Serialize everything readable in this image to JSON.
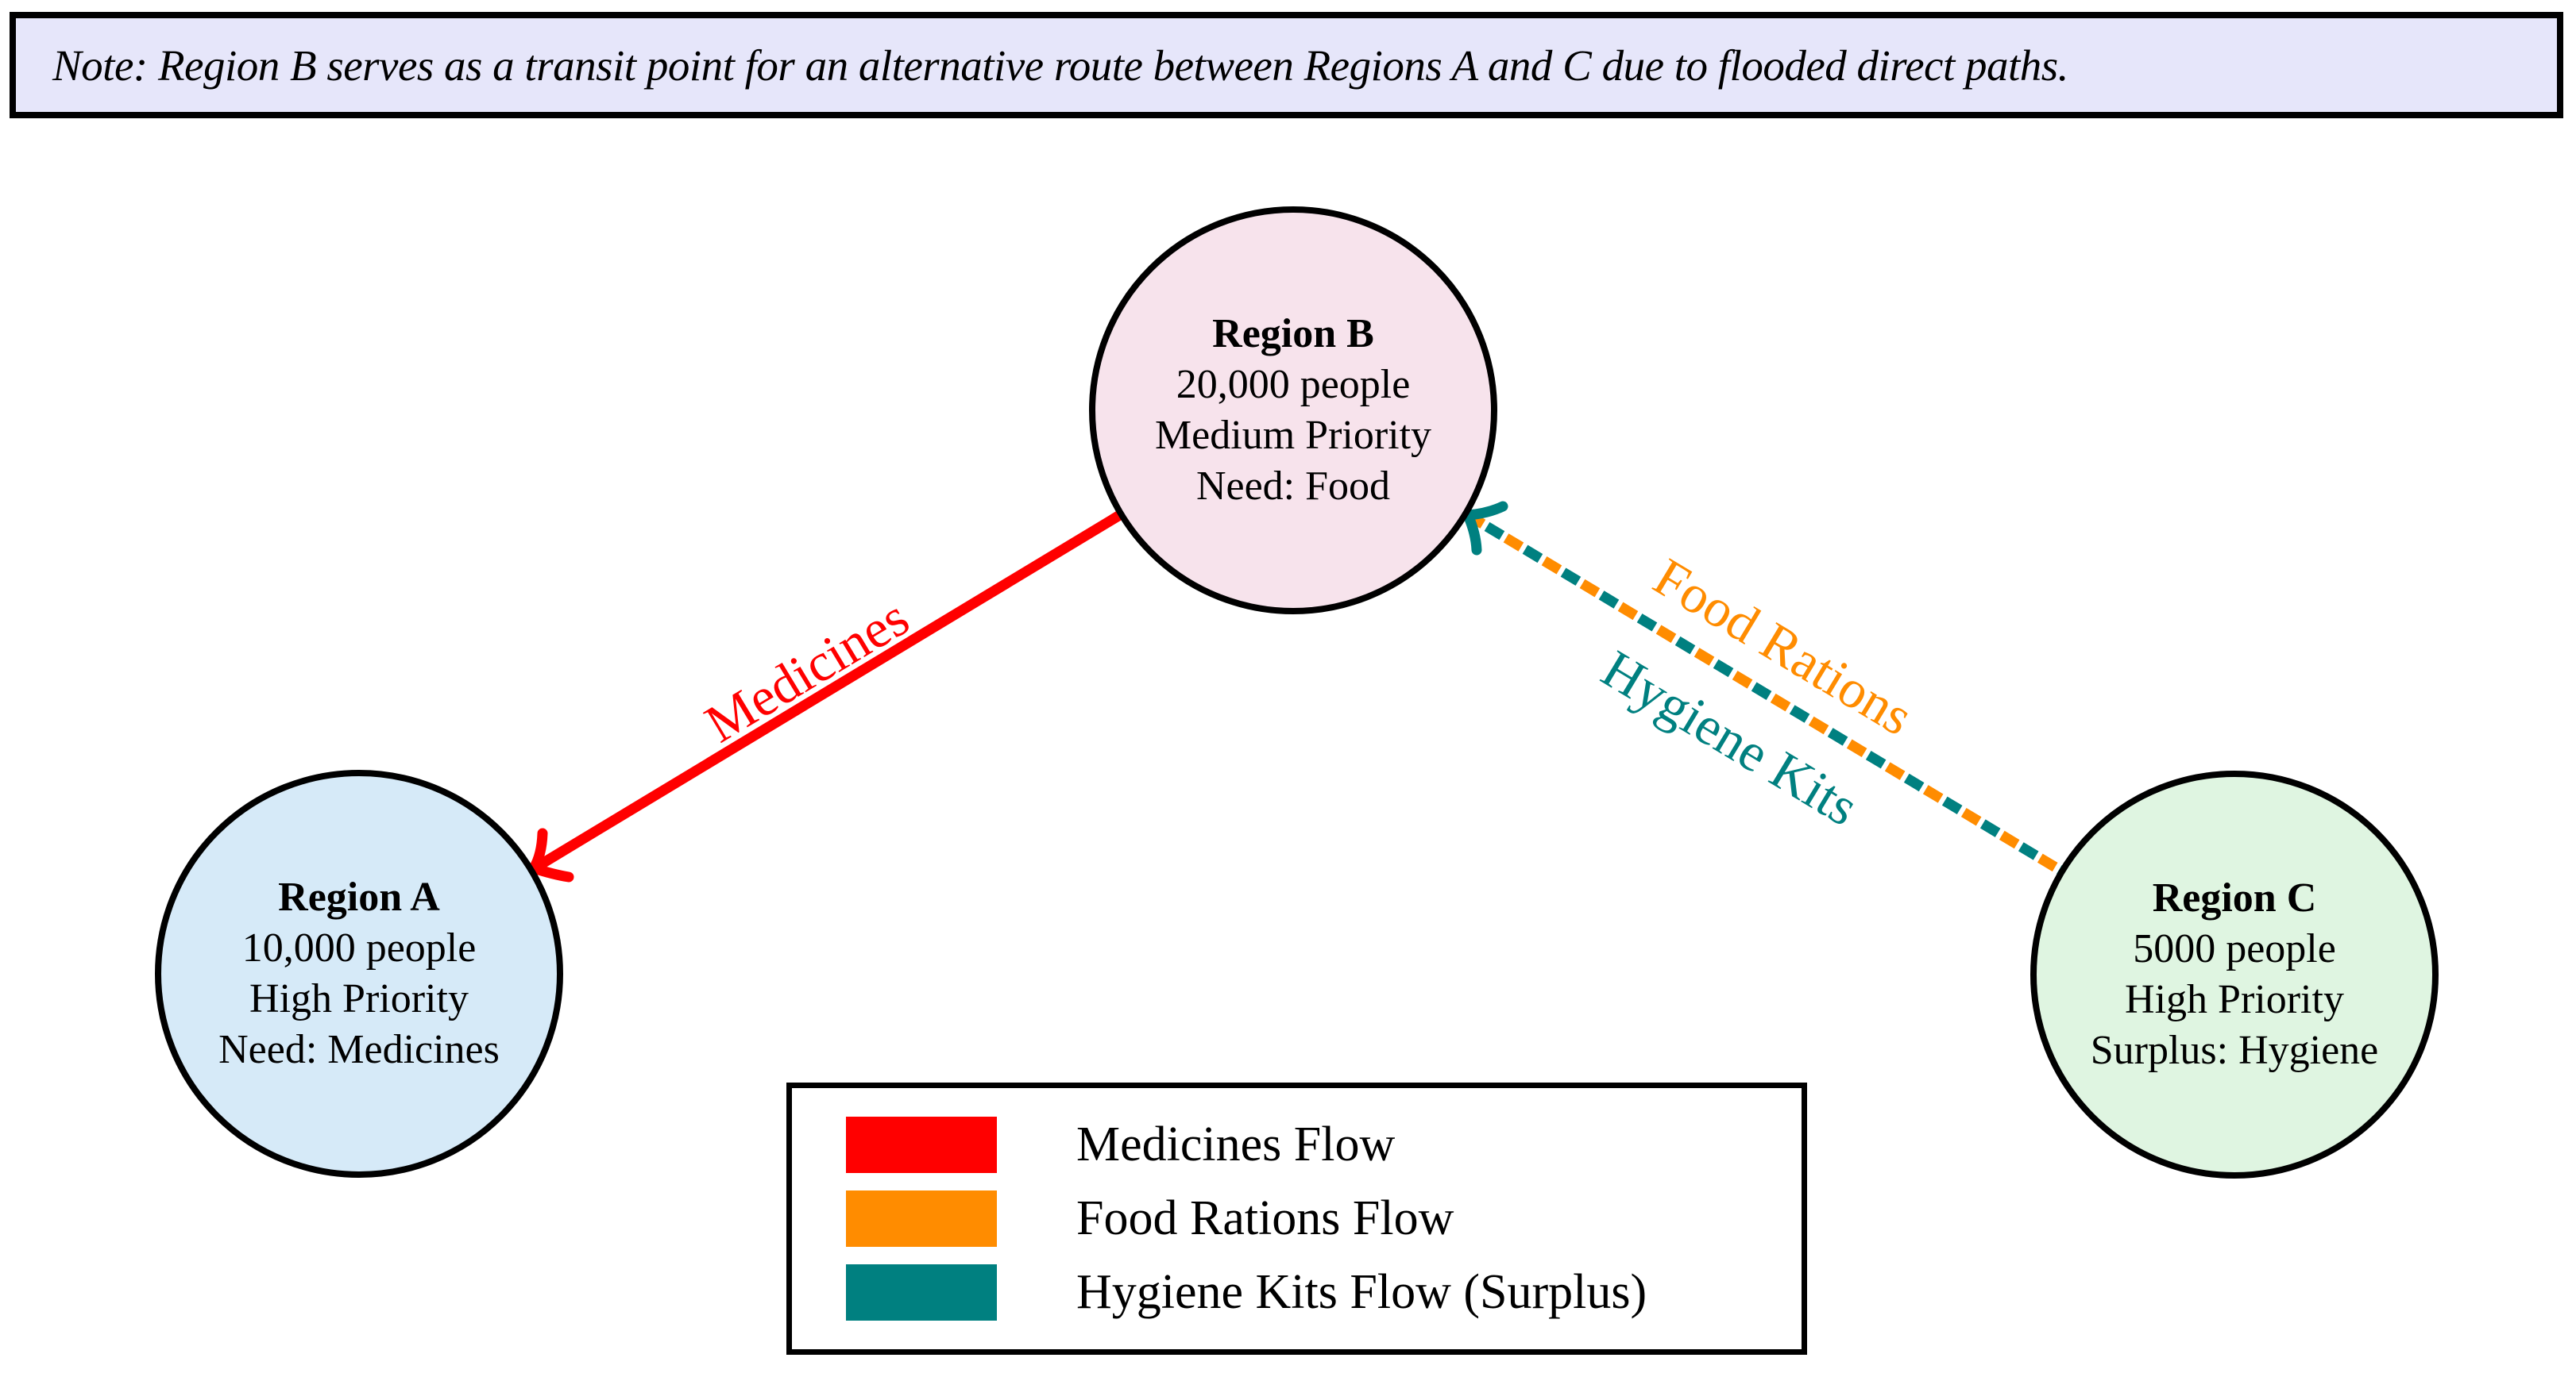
{
  "note": {
    "text": "Note: Region B serves as a transit point for an alternative route between Regions A and C due to flooded direct paths."
  },
  "nodes": [
    {
      "id": "region-a",
      "name": "Region A",
      "population": "10,000 people",
      "priority": "High Priority",
      "detail": "Need: Medicines",
      "fill": "#D6EAF8"
    },
    {
      "id": "region-b",
      "name": "Region B",
      "population": "20,000 people",
      "priority": "Medium Priority",
      "detail": "Need: Food",
      "fill": "#F7E3EC"
    },
    {
      "id": "region-c",
      "name": "Region C",
      "population": "5000 people",
      "priority": "High Priority",
      "detail": "Surplus: Hygiene",
      "fill": "#DFF5E1"
    }
  ],
  "edges": [
    {
      "label": "Medicines",
      "from": "Region B",
      "to": "Region A",
      "style": "solid",
      "color": "#FF0000"
    },
    {
      "label": "Food Rations",
      "from": "Region C",
      "to": "Region B",
      "style": "dashed",
      "color": "#FF8C00"
    },
    {
      "label": "Hygiene Kits",
      "from": "Region C",
      "to": "Region B",
      "style": "dashed",
      "color": "#008080"
    }
  ],
  "legend": {
    "items": [
      {
        "label": "Medicines Flow",
        "color": "#FF0000"
      },
      {
        "label": "Food Rations Flow",
        "color": "#FF8C00"
      },
      {
        "label": "Hygiene Kits Flow (Surplus)",
        "color": "#008080"
      }
    ]
  }
}
